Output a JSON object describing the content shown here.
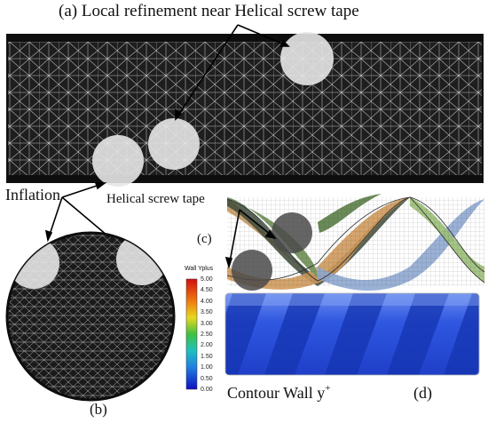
{
  "labels": {
    "title": "(a) Local refinement near Helical screw tape",
    "inflation": "Inflation",
    "helical_screw_tape": "Helical screw tape",
    "panel_c": "(c)",
    "panel_b": "(b)",
    "contour_text": "Contour Wall y",
    "contour_sup": "+",
    "panel_d": "(d)"
  },
  "legend": {
    "title": "Wall Yplus",
    "ticks": [
      "5.00",
      "4.50",
      "4.00",
      "3.50",
      "3.00",
      "2.50",
      "2.00",
      "1.50",
      "1.00",
      "0.50",
      "0.00"
    ]
  },
  "colors": {
    "mesh_background": "#1e1e1e",
    "mesh_lines": "#bdbdbd",
    "highlight_circle": "#e6e6e6",
    "dark_circle": "#4a4a4a",
    "contour_blue": "#2a4fd8",
    "contour_dark_band": "#1434b0"
  }
}
